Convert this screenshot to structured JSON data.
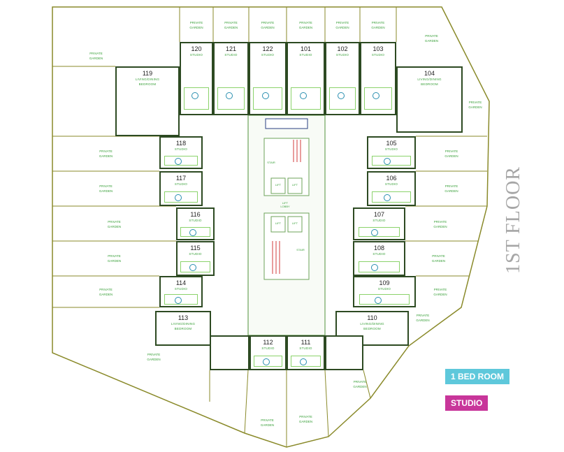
{
  "title": "1ST FLOOR",
  "legend": [
    {
      "label": "1 BED ROOM",
      "color": "#5ec8db"
    },
    {
      "label": "STUDIO",
      "color": "#c8369a"
    }
  ],
  "garden_label": "PRIVATE GARDEN",
  "units": [
    {
      "number": "120",
      "type": "STUDIO"
    },
    {
      "number": "121",
      "type": "STUDIO"
    },
    {
      "number": "122",
      "type": "STUDIO"
    },
    {
      "number": "101",
      "type": "STUDIO"
    },
    {
      "number": "102",
      "type": "STUDIO"
    },
    {
      "number": "103",
      "type": "STUDIO"
    },
    {
      "number": "119",
      "type": "LIVING/DINING",
      "extra": "BEDROOM"
    },
    {
      "number": "104",
      "type": "LIVING/DINING",
      "extra": "BEDROOM"
    },
    {
      "number": "118",
      "type": "STUDIO"
    },
    {
      "number": "117",
      "type": "STUDIO"
    },
    {
      "number": "116",
      "type": "STUDIO"
    },
    {
      "number": "115",
      "type": "STUDIO"
    },
    {
      "number": "114",
      "type": "STUDIO"
    },
    {
      "number": "113",
      "type": "LIVING/DINING",
      "extra": "BEDROOM"
    },
    {
      "number": "105",
      "type": "STUDIO"
    },
    {
      "number": "106",
      "type": "STUDIO"
    },
    {
      "number": "107",
      "type": "STUDIO"
    },
    {
      "number": "108",
      "type": "STUDIO"
    },
    {
      "number": "109",
      "type": "STUDIO"
    },
    {
      "number": "110",
      "type": "LIVING/DINING",
      "extra": "BEDROOM"
    },
    {
      "number": "112",
      "type": "STUDIO"
    },
    {
      "number": "111",
      "type": "STUDIO"
    }
  ],
  "core_labels": [
    "LIFT",
    "LIFT",
    "LIFT",
    "LIFT",
    "LIFT LOBBY",
    "STAIR",
    "STAIR"
  ]
}
